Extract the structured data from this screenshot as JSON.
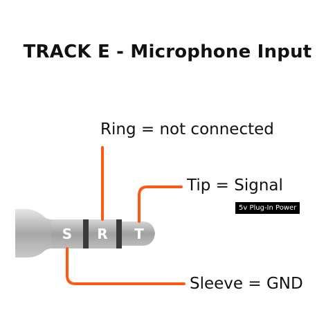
{
  "title": "TRACK E - Microphone Input",
  "connector": {
    "segments": {
      "sleeve": "S",
      "ring": "R",
      "tip": "T"
    }
  },
  "labels": {
    "ring": "Ring = not connected",
    "tip": "Tip = Signal",
    "tip_note": "5v Plug-In Power",
    "sleeve": "Sleeve = GND"
  },
  "colors": {
    "wire": "#FF5A14",
    "plug_body": "#9A9A9A",
    "plug_metal": "#BDBDBD",
    "insulator": "#3A3A3A",
    "text": "#111111"
  }
}
